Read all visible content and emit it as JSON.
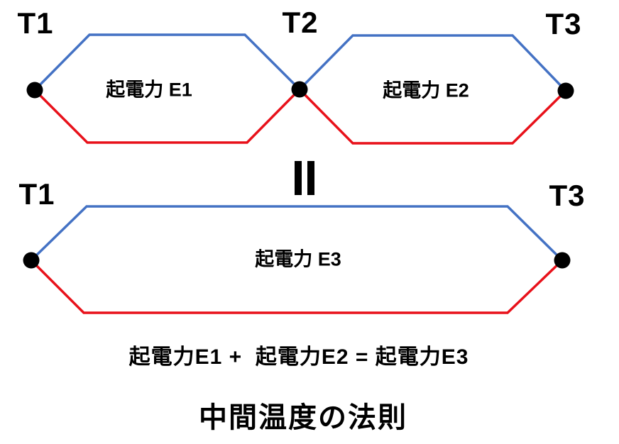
{
  "title": "中間温度の法則",
  "formula": "起電力E1 +  起電力E2 = 起電力E3",
  "equivalence_icon": "double-vertical-bars",
  "junctions": {
    "top": [
      "T1",
      "T2",
      "T3"
    ],
    "bottom": [
      "T1",
      "T3"
    ]
  },
  "loops": [
    {
      "label": "起電力 E1"
    },
    {
      "label": "起電力 E2"
    },
    {
      "label": "起電力 E3"
    }
  ],
  "colors": {
    "wire_top_blue": "#4472c4",
    "wire_bottom_red": "#e8111a",
    "junction_dot": "#000000",
    "text": "#000000"
  }
}
